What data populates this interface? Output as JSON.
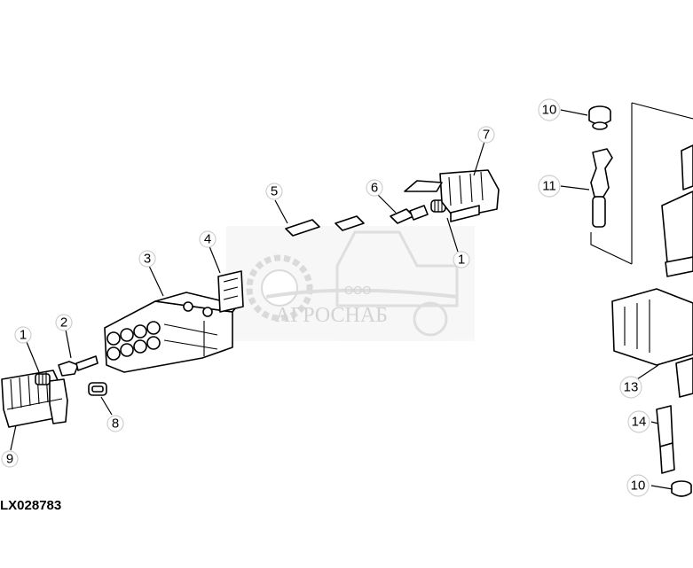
{
  "figure_id": "LX028783",
  "watermark": {
    "brand": "АГРОСНАБ",
    "prefix": "ООО"
  },
  "callouts": [
    {
      "id": "c1a",
      "label": "1"
    },
    {
      "id": "c2",
      "label": "2"
    },
    {
      "id": "c3",
      "label": "3"
    },
    {
      "id": "c4",
      "label": "4"
    },
    {
      "id": "c5",
      "label": "5"
    },
    {
      "id": "c6",
      "label": "6"
    },
    {
      "id": "c7",
      "label": "7"
    },
    {
      "id": "c1b",
      "label": "1"
    },
    {
      "id": "c8",
      "label": "8"
    },
    {
      "id": "c9",
      "label": "9"
    },
    {
      "id": "c10a",
      "label": "10"
    },
    {
      "id": "c11",
      "label": "11"
    },
    {
      "id": "c13",
      "label": "13"
    },
    {
      "id": "c14",
      "label": "14"
    },
    {
      "id": "c10b",
      "label": "10"
    }
  ]
}
